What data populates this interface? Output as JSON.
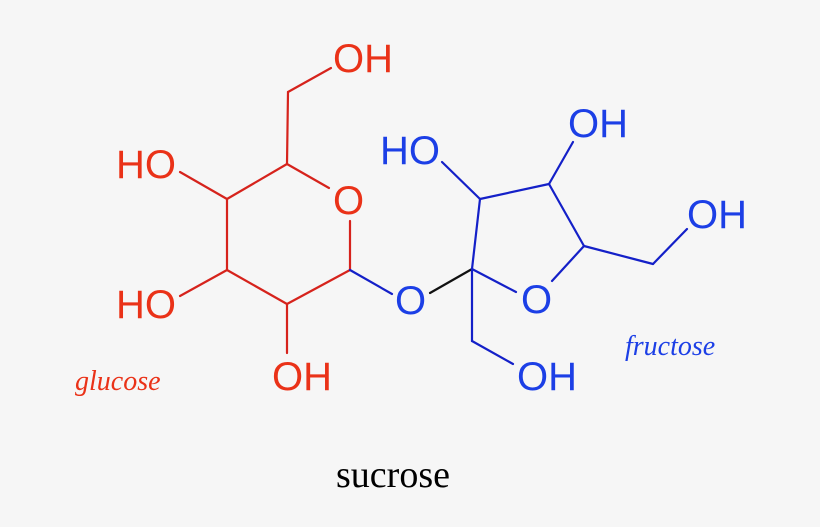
{
  "diagram": {
    "title": "sucrose",
    "colors": {
      "background": "#f6f6f6",
      "glucose_text": "#ea3218",
      "glucose_bond": "#d6231c",
      "fructose_text": "#1c3fe6",
      "fructose_bond": "#1420c8",
      "glycosidic_bond": "#111111",
      "title": "#000000"
    },
    "glucose": {
      "name": "glucose",
      "ring_oxygen": "O",
      "substituents": {
        "c6_oh": "OH",
        "c4_oh": "HO",
        "c3_oh": "HO",
        "c2_oh": "OH"
      }
    },
    "bridge": {
      "oxygen": "O"
    },
    "fructose": {
      "name": "fructose",
      "ring_oxygen": "O",
      "substituents": {
        "c3_oh": "HO",
        "c4_oh": "OH",
        "c6_oh": "OH",
        "c1_oh": "OH"
      }
    }
  }
}
